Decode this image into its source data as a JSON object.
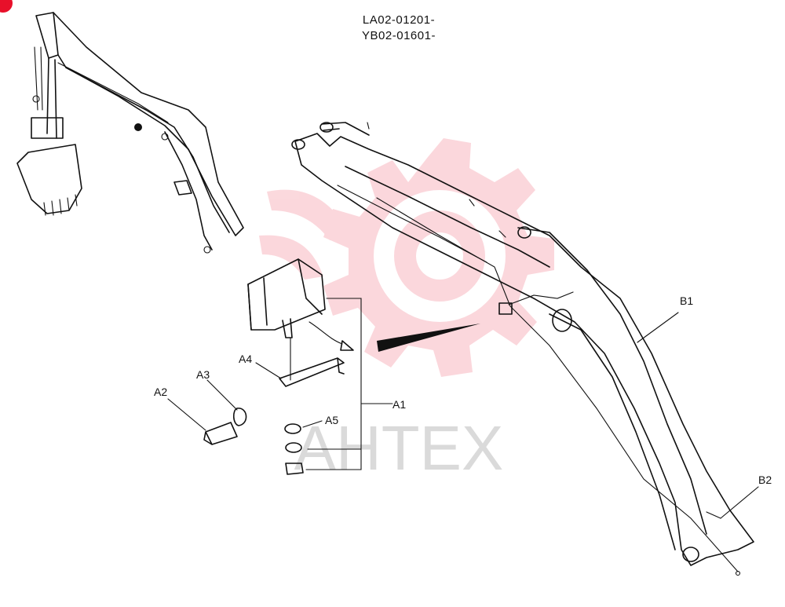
{
  "header": {
    "serial_line_1": "LA02-01201-",
    "serial_line_2": "YB02-01601-"
  },
  "watermark": {
    "text": "AHTEX",
    "color": "#e8102a"
  },
  "callouts": {
    "a1": "A1",
    "a2": "A2",
    "a3": "A3",
    "a4": "A4",
    "a5": "A5",
    "b1": "B1",
    "b2": "B2"
  },
  "colors": {
    "accent": "#e8102a",
    "ink": "#111111"
  }
}
